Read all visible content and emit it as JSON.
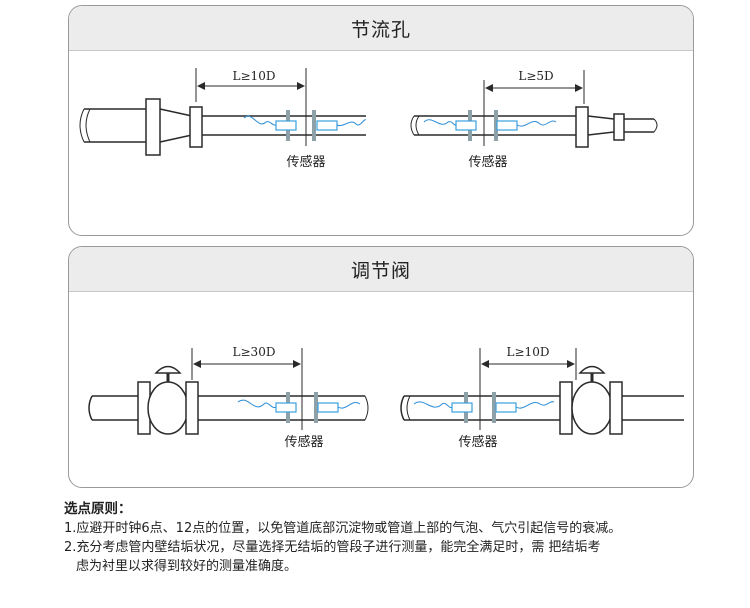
{
  "panels": [
    {
      "title": "节流孔",
      "left": {
        "distance_label": "L≥10D",
        "sensor_label": "传感器"
      },
      "right": {
        "distance_label": "L≥5D",
        "sensor_label": "传感器"
      }
    },
    {
      "title": "调节阀",
      "left": {
        "distance_label": "L≥30D",
        "sensor_label": "传感器"
      },
      "right": {
        "distance_label": "L≥10D",
        "sensor_label": "传感器"
      }
    }
  ],
  "principles": {
    "title": "选点原则：",
    "line1": "1.应避开时钟6点、12点的位置，以免管道底部沉淀物或管道上部的气泡、气穴引起信号的衰减。",
    "line2": "2.充分考虑管内壁结垢状况，尽量选择无结垢的管段子进行测量，能完全满足时，需  把结垢考",
    "line3": "虑为衬里以求得到较好的测量准确度。"
  },
  "colors": {
    "pipe_stroke": "#2a2a2a",
    "cable": "#2f8fd6",
    "sensor": "#3aa0e0",
    "clamp": "#8ea0a8",
    "panel_head": "#ececec"
  }
}
